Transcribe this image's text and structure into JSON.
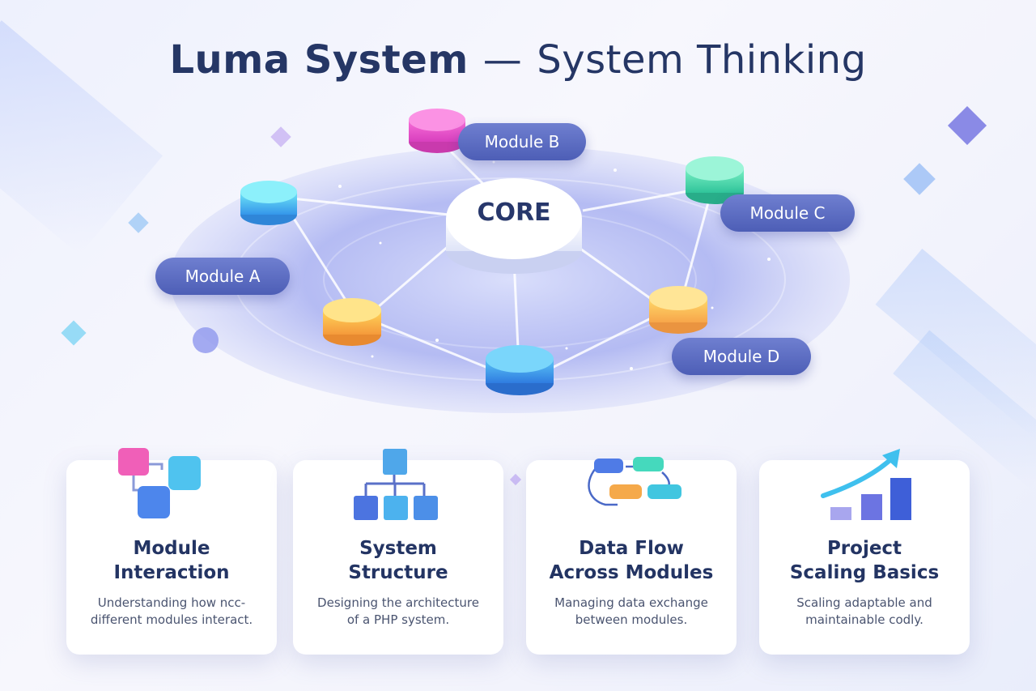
{
  "header": {
    "title_bold": "Luma System",
    "title_dash": "—",
    "title_light": "System Thinking"
  },
  "diagram": {
    "core_label": "CORE",
    "modules": [
      {
        "label": "Module A"
      },
      {
        "label": "Module B"
      },
      {
        "label": "Module C"
      },
      {
        "label": "Module D"
      }
    ]
  },
  "cards": [
    {
      "title_line1": "Module",
      "title_line2": "Interaction",
      "desc_line1": "Understanding how ncc-",
      "desc_line2": "different modules interact.",
      "icon": "module-interaction-icon"
    },
    {
      "title_line1": "System",
      "title_line2": "Structure",
      "desc_line1": "Designing the architecture",
      "desc_line2": "of a PHP system.",
      "icon": "hierarchy-icon"
    },
    {
      "title_line1": "Data Flow",
      "title_line2": "Across Modules",
      "desc_line1": "Managing data exchange",
      "desc_line2": "between modules.",
      "icon": "data-flow-icon"
    },
    {
      "title_line1": "Project",
      "title_line2": "Scaling Basics",
      "desc_line1": "Scaling adaptable and",
      "desc_line2": "maintainable codly.",
      "icon": "growth-chart-icon"
    }
  ],
  "colors": {
    "title": "#253665",
    "pill": "#5466bb",
    "node_pink": "#e64fc6",
    "node_cyan": "#3fb4ef",
    "node_green": "#3fd8a8",
    "node_orange": "#f7b441",
    "node_blue": "#3a92ea"
  }
}
